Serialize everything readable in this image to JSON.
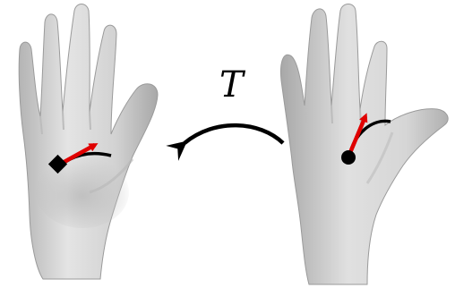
{
  "transform_label": "T",
  "colors": {
    "background": "#ffffff",
    "hand_skin": "#d6d6d6",
    "hand_shadow": "#a9a9a9",
    "curve": "#000000",
    "vector": "#e00000"
  },
  "markers": {
    "left_hand": "diamond",
    "right_hand": "circle"
  }
}
